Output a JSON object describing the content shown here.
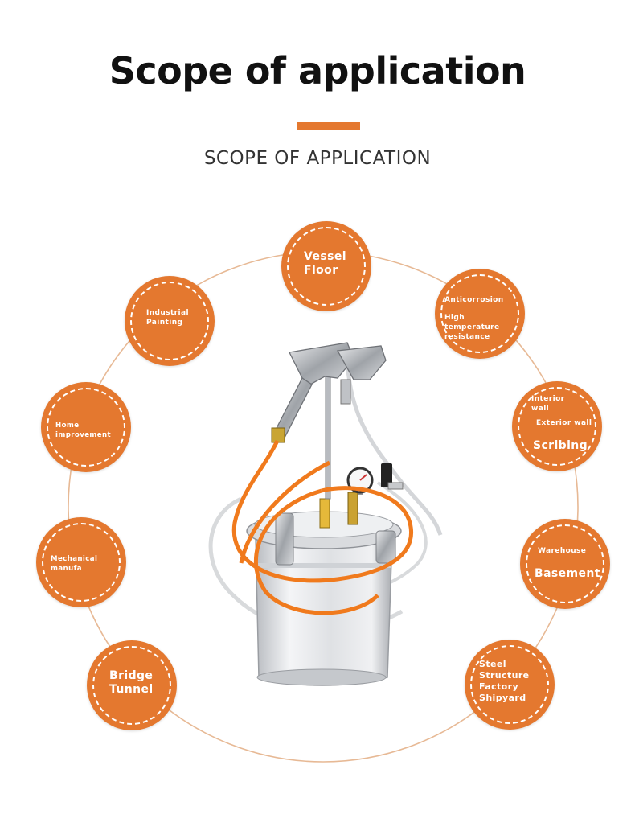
{
  "header": {
    "title": "Scope of application",
    "subtitle": "SCOPE OF APPLICATION"
  },
  "colors": {
    "accent": "#e4782f",
    "ring": "#e7b995",
    "text_dark": "#111111"
  },
  "bubbles": [
    {
      "id": "vessel",
      "text": "Vessel\nFloor"
    },
    {
      "id": "industrial",
      "text": "Industrial\nPainting"
    },
    {
      "id": "anticorrosion",
      "line1": "Anticorrosion",
      "line2": "High\ntemperature\nresistance"
    },
    {
      "id": "home",
      "text": "Home improvement"
    },
    {
      "id": "walls",
      "line1": "Interior\nwall",
      "line2": "Exterior wall",
      "line3": "Scribing"
    },
    {
      "id": "mechanical",
      "text": "Mechanical manufa"
    },
    {
      "id": "warehouse",
      "line1": "Warehouse",
      "line2": "Basement"
    },
    {
      "id": "bridge",
      "text": "Bridge\nTunnel"
    },
    {
      "id": "steel",
      "text": "Steel\nStructure\nFactory\nShipyard"
    }
  ],
  "product": {
    "icon": "pressure-pot-spray-gun-icon"
  }
}
